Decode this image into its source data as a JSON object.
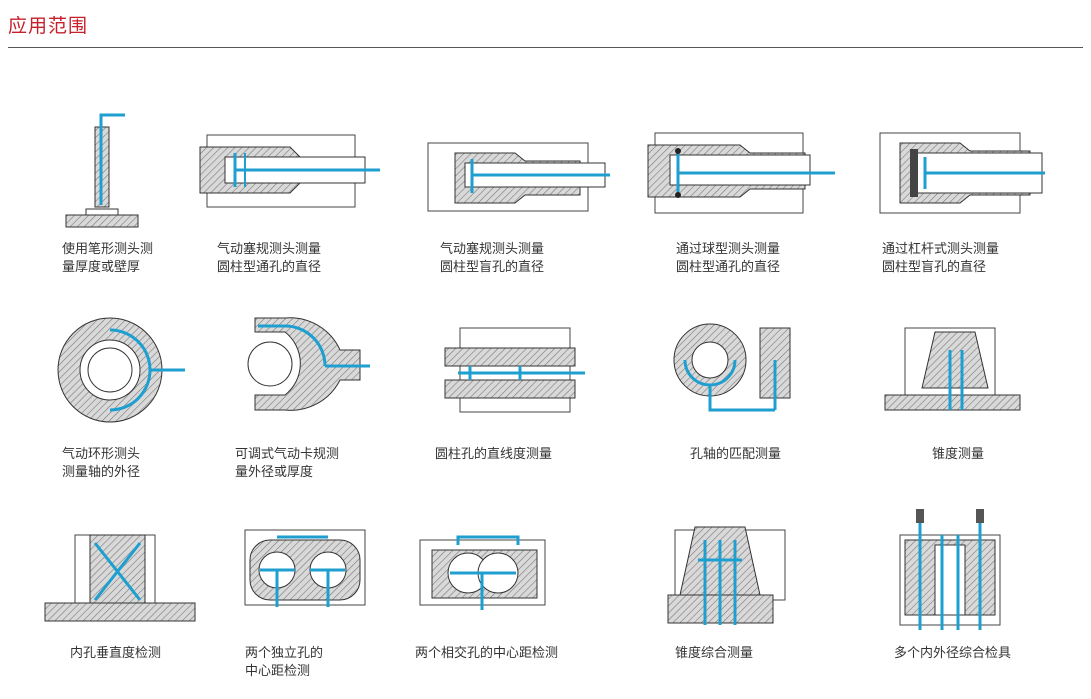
{
  "header": {
    "title": "应用范围"
  },
  "rows": [
    [
      {
        "lines": [
          "使用笔形测头测",
          "量厚度或壁厚"
        ],
        "icon": "pen-probe-thickness-icon"
      },
      {
        "lines": [
          "气动塞规测头测量",
          "圆柱型通孔的直径"
        ],
        "icon": "plug-gauge-through-hole-icon"
      },
      {
        "lines": [
          "气动塞规测头测量",
          "圆柱型盲孔的直径"
        ],
        "icon": "plug-gauge-blind-hole-icon"
      },
      {
        "lines": [
          "通过球型测头测量",
          "圆柱型通孔的直径"
        ],
        "icon": "ball-probe-through-hole-icon"
      },
      {
        "lines": [
          "通过杠杆式测头测量",
          "圆柱型盲孔的直径"
        ],
        "icon": "lever-probe-blind-hole-icon"
      }
    ],
    [
      {
        "lines": [
          "气动环形测头",
          "测量轴的外径"
        ],
        "icon": "ring-probe-shaft-od-icon"
      },
      {
        "lines": [
          "可调式气动卡规测",
          "量外径或厚度"
        ],
        "icon": "adjustable-snap-gauge-icon"
      },
      {
        "lines": [
          "圆柱孔的直线度测量"
        ],
        "icon": "bore-straightness-icon"
      },
      {
        "lines": [
          "孔轴的匹配测量"
        ],
        "icon": "hole-shaft-matching-icon"
      },
      {
        "lines": [
          "锥度测量"
        ],
        "icon": "taper-measurement-icon"
      }
    ],
    [
      {
        "lines": [
          "内孔垂直度检测"
        ],
        "icon": "bore-perpendicularity-icon"
      },
      {
        "lines": [
          "两个独立孔的",
          "中心距检测"
        ],
        "icon": "two-separate-holes-distance-icon"
      },
      {
        "lines": [
          "两个相交孔的中心距检测"
        ],
        "icon": "two-intersecting-holes-distance-icon"
      },
      {
        "lines": [
          "锥度综合测量"
        ],
        "icon": "combined-taper-measurement-icon"
      },
      {
        "lines": [
          "多个内外径综合检具"
        ],
        "icon": "multi-diameter-fixture-icon"
      }
    ]
  ],
  "colors": {
    "title": "#c8202a",
    "probe": "#1e9fd0",
    "hatch": "#888888"
  }
}
